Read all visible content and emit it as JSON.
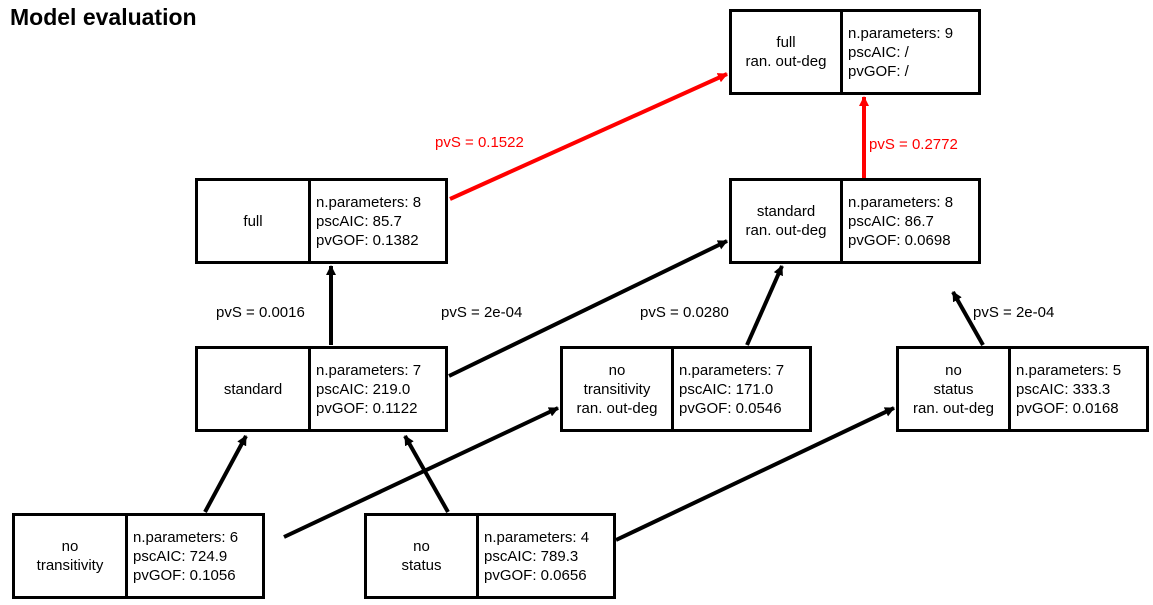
{
  "title": "Model evaluation",
  "colors": {
    "best_path": "#ff0000",
    "normal": "#000000"
  },
  "nodes": {
    "full_rod": {
      "name": [
        "full",
        "ran. out-deg"
      ],
      "stats": [
        "n.parameters: 9",
        "pscAIC: /",
        "pvGOF: /"
      ]
    },
    "full": {
      "name": [
        "full"
      ],
      "stats": [
        "n.parameters: 8",
        "pscAIC: 85.7",
        "pvGOF: 0.1382"
      ]
    },
    "standard_rod": {
      "name": [
        "standard",
        "ran. out-deg"
      ],
      "stats": [
        "n.parameters: 8",
        "pscAIC: 86.7",
        "pvGOF: 0.0698"
      ]
    },
    "standard": {
      "name": [
        "standard"
      ],
      "stats": [
        "n.parameters: 7",
        "pscAIC: 219.0",
        "pvGOF: 0.1122"
      ]
    },
    "notrans_rod": {
      "name": [
        "no",
        "transitivity",
        "ran. out-deg"
      ],
      "stats": [
        "n.parameters: 7",
        "pscAIC: 171.0",
        "pvGOF: 0.0546"
      ]
    },
    "nostatus_rod": {
      "name": [
        "no",
        "status",
        "ran. out-deg"
      ],
      "stats": [
        "n.parameters: 5",
        "pscAIC: 333.3",
        "pvGOF: 0.0168"
      ]
    },
    "notrans": {
      "name": [
        "no",
        "transitivity"
      ],
      "stats": [
        "n.parameters: 6",
        "pscAIC: 724.9",
        "pvGOF: 0.1056"
      ]
    },
    "nostatus": {
      "name": [
        "no",
        "status"
      ],
      "stats": [
        "n.parameters: 4",
        "pscAIC: 789.3",
        "pvGOF: 0.0656"
      ]
    }
  },
  "edges": [
    {
      "from": "full",
      "to": "full_rod",
      "label": "pvS = 0.1522",
      "best": true
    },
    {
      "from": "standard_rod",
      "to": "full_rod",
      "label": "pvS = 0.2772",
      "best": true
    },
    {
      "from": "standard",
      "to": "full",
      "label": "pvS = 0.0016",
      "best": false
    },
    {
      "from": "standard",
      "to": "standard_rod",
      "label": "pvS = 2e-04",
      "best": false
    },
    {
      "from": "notrans_rod",
      "to": "standard_rod",
      "label": "pvS = 0.0280",
      "best": false
    },
    {
      "from": "nostatus_rod",
      "to": "standard_rod",
      "label": "pvS = 2e-04",
      "best": false
    },
    {
      "from": "notrans",
      "to": "standard",
      "label": "",
      "best": false
    },
    {
      "from": "notrans",
      "to": "notrans_rod",
      "label": "",
      "best": false
    },
    {
      "from": "nostatus",
      "to": "standard",
      "label": "",
      "best": false
    },
    {
      "from": "nostatus",
      "to": "nostatus_rod",
      "label": "",
      "best": false
    }
  ]
}
